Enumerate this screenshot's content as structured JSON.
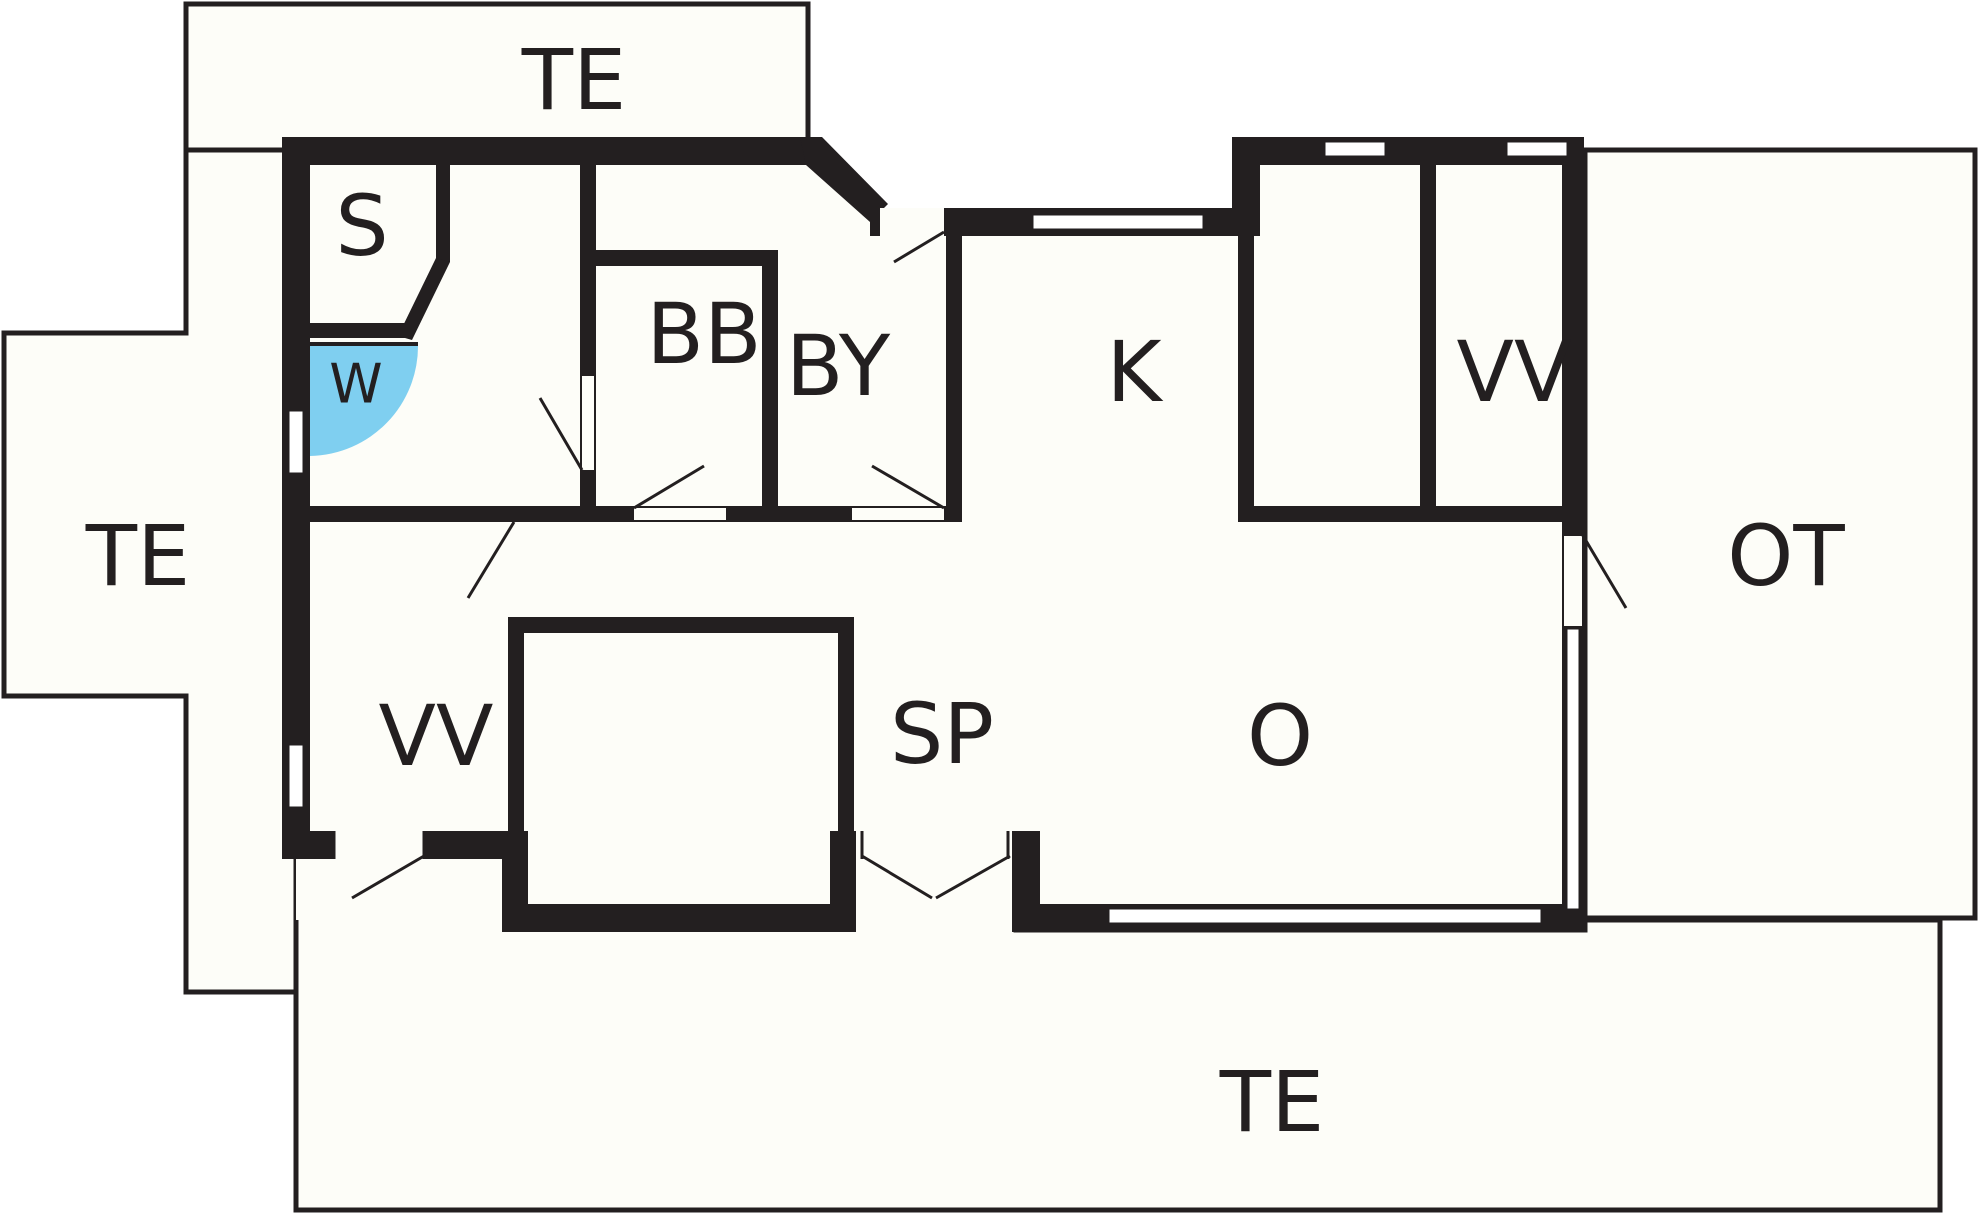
{
  "colors": {
    "floor": "#fdfdf8",
    "wall": "#231f20",
    "wc_swing": "#7fcff0",
    "window_fill": "#ffffff"
  },
  "rooms": {
    "terrace_top": "TE",
    "terrace_left": "TE",
    "terrace_bottom": "TE",
    "storage": "S",
    "wc": "W",
    "bathroom": "BB",
    "laundry": "BY",
    "kitchen": "K",
    "bedroom_right": "VV",
    "bedroom_left": "VV",
    "pantry": "SP",
    "living": "O",
    "covered_terrace": "OT"
  }
}
